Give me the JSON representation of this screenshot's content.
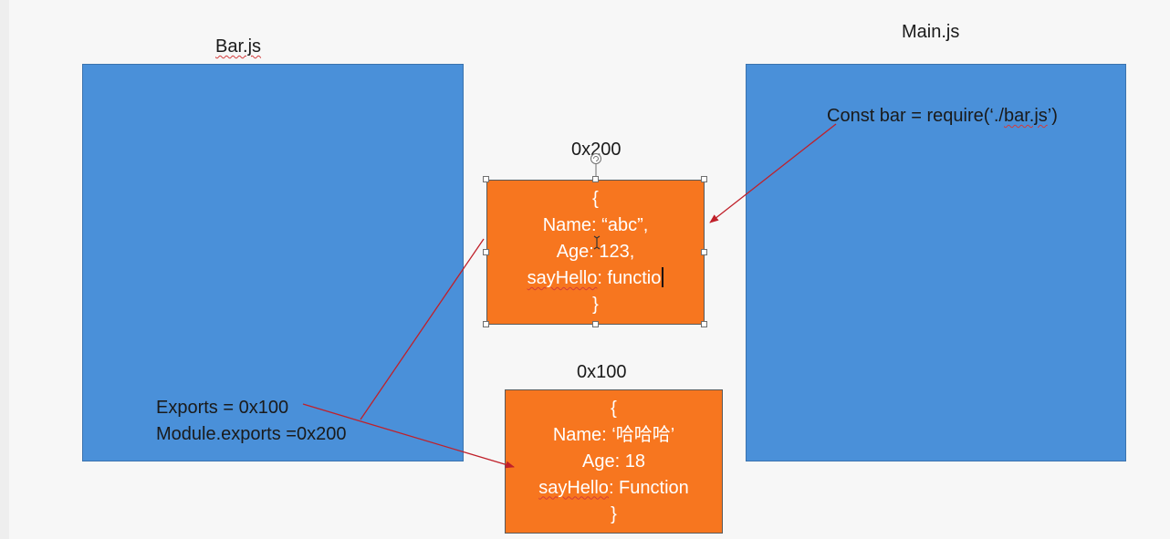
{
  "bar_title": "Bar.js",
  "main_title": "Main.js",
  "main_code": {
    "before": "Const bar = require(‘./",
    "underlined": "bar.js",
    "after": "’)"
  },
  "obj_200": {
    "address": "0x200",
    "open": "{",
    "name_line": "Name: “abc”,",
    "age_line": "Age: 123,",
    "say_word": "sayHello",
    "say_rest": ": functio",
    "close": "}"
  },
  "obj_100": {
    "address": "0x100",
    "open": "{",
    "name_line": "Name: ‘哈哈哈’",
    "age_line": "Age: 18",
    "say_word": "sayHello",
    "say_rest": ": Function",
    "close": "}"
  },
  "bar_code": {
    "line1": "Exports = 0x100",
    "line2": "Module.exports =0x200"
  },
  "colors": {
    "module_box": "#4a90d9",
    "object_box": "#f7761f",
    "arrow": "#c0202a"
  }
}
